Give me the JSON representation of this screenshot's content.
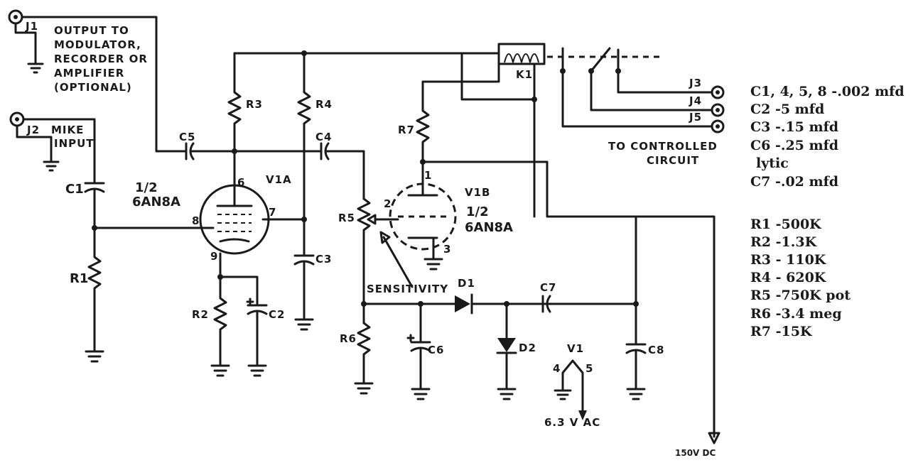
{
  "labels": {
    "j1": "J1",
    "output_note": [
      "OUTPUT TO",
      "MODULATOR,",
      "RECORDER OR",
      "AMPLIFIER",
      "(OPTIONAL)"
    ],
    "j2": "J2",
    "mike_input": [
      "MIKE",
      "INPUT"
    ],
    "c1": "C1",
    "c2": "C2",
    "c3": "C3",
    "c4": "C4",
    "c5": "C5",
    "c6": "C6",
    "c7": "C7",
    "c8": "C8",
    "r1": "R1",
    "r2": "R2",
    "r3": "R3",
    "r4": "R4",
    "r5": "R5",
    "r6": "R6",
    "r7": "R7",
    "d1": "D1",
    "d2": "D2",
    "k1": "K1",
    "v1a": "V1A",
    "v1b": "V1B",
    "v1": "V1",
    "tube_a_fraction": "1/2",
    "tube_a_type": "6AN8A",
    "tube_b_fraction": "1/2",
    "tube_b_type": "6AN8A",
    "pin1": "1",
    "pin2": "2",
    "pin3": "3",
    "pin4": "4",
    "pin5": "5",
    "pin6": "6",
    "pin7": "7",
    "pin8": "8",
    "pin9": "9",
    "sensitivity": "SENSITIVITY",
    "j3": "J3",
    "j4": "J4",
    "j5": "J5",
    "controlled": [
      "TO CONTROLLED",
      "CIRCUIT"
    ],
    "heater_voltage": "6.3 V AC",
    "b_plus": "150V DC"
  },
  "legend_capacitors": [
    "C1, 4, 5, 8 -.002 mfd",
    "C2 -5 mfd",
    "C3 -.15 mfd",
    "C6 -.25 mfd",
    "lytic",
    "C7 -.02 mfd"
  ],
  "legend_resistors": [
    "R1 -500K",
    "R2 -1.3K",
    "R3 - 110K",
    "R4 - 620K",
    "R5 -750K pot",
    "R6 -3.4 meg",
    "R7 -15K"
  ]
}
